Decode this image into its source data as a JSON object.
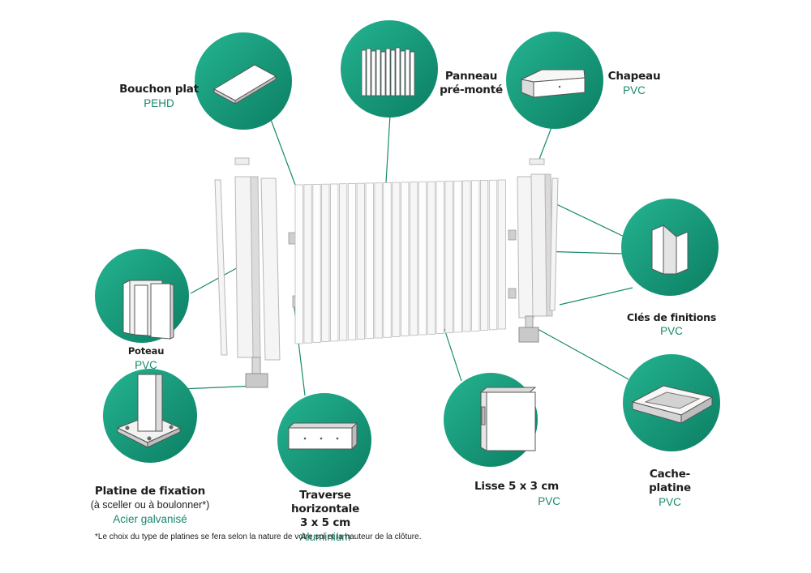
{
  "components": {
    "bouchon": {
      "title": "Bouchon plat",
      "material": "PEHD"
    },
    "panneau": {
      "title_line1": "Panneau",
      "title_line2": "pré-monté"
    },
    "chapeau": {
      "title": "Chapeau",
      "material": "PVC"
    },
    "poteau": {
      "title": "Poteau",
      "material": "PVC"
    },
    "cles": {
      "title": "Clés de finitions",
      "material": "PVC"
    },
    "platine": {
      "title": "Platine de fixation",
      "subtitle": "(à sceller ou à boulonner*)",
      "material": "Acier galvanisé"
    },
    "traverse": {
      "title_line1": "Traverse horizontale",
      "title_line2": "3 x 5 cm",
      "material": "Aluminium"
    },
    "lisse": {
      "title": "Lisse 5 x 3 cm",
      "material": "PVC"
    },
    "cache": {
      "title": "Cache-platine",
      "material": "PVC"
    }
  },
  "footnote": "*Le choix du type de platines se fera selon la nature de votre sol et la hauteur de la clôture.",
  "colors": {
    "circle_light": "#24b491",
    "circle_dark": "#0d8266",
    "leader_line": "#178a6d",
    "material_text": "#178a6d"
  }
}
